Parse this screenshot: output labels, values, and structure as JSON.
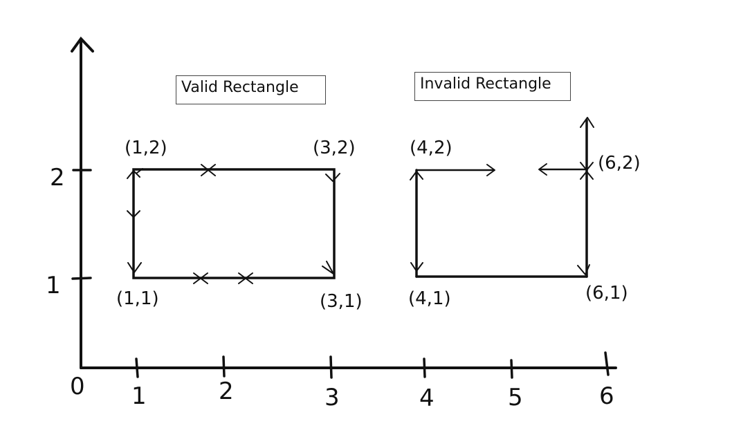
{
  "diagram": {
    "origin_label": "0",
    "x_tick_labels": [
      "1",
      "2",
      "3",
      "4",
      "5",
      "6"
    ],
    "y_tick_labels": [
      "1",
      "2"
    ],
    "valid": {
      "title": "Valid Rectangle",
      "corners": [
        {
          "label": "(1,2)",
          "x": 1,
          "y": 2
        },
        {
          "label": "(3,2)",
          "x": 3,
          "y": 2
        },
        {
          "label": "(1,1)",
          "x": 1,
          "y": 1
        },
        {
          "label": "(3,1)",
          "x": 3,
          "y": 1
        }
      ]
    },
    "invalid": {
      "title": "Invalid Rectangle",
      "corners": [
        {
          "label": "(4,2)",
          "x": 4,
          "y": 2
        },
        {
          "label": "(6,2)",
          "x": 6,
          "y": 2
        },
        {
          "label": "(4,1)",
          "x": 4,
          "y": 1
        },
        {
          "label": "(6,1)",
          "x": 6,
          "y": 1
        }
      ]
    }
  }
}
